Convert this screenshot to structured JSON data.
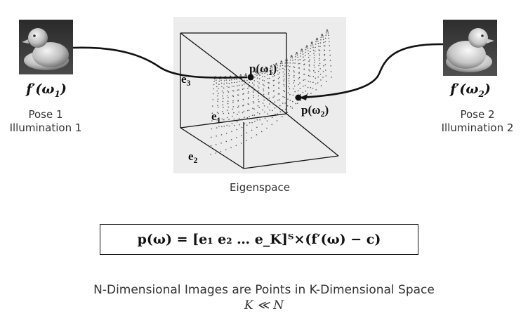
{
  "left_image": {
    "label_f": "f′(ω",
    "label_sub": "1",
    "label_close": ")",
    "caption_line1": "Pose 1",
    "caption_line2": "Illumination 1"
  },
  "right_image": {
    "label_f": "f′(ω",
    "label_sub": "2",
    "label_close": ")",
    "caption_line1": "Pose 2",
    "caption_line2": "Illumination 2"
  },
  "eigenspace": {
    "caption": "Eigenspace",
    "axis_labels": {
      "e1": "e",
      "e1_sub": "1",
      "e2": "e",
      "e2_sub": "2",
      "e3": "e",
      "e3_sub": "3"
    },
    "point1": {
      "prefix": "p(ω",
      "sub": "1",
      "suffix": ")"
    },
    "point2": {
      "prefix": "p(ω",
      "sub": "2",
      "suffix": ")"
    }
  },
  "equation": {
    "text": "p(ω) = [e₁   e₂   …   e_K]ᵀ×(f′(ω) − c)"
  },
  "footer": {
    "line1": "N-Dimensional Images are Points in K-Dimensional Space",
    "line2": "K ≪ N"
  },
  "colors": {
    "panel_bg": "#ececec",
    "duck_dark": "#3a3a3a",
    "duck_light": "#d8d8d8",
    "line": "#111111"
  }
}
